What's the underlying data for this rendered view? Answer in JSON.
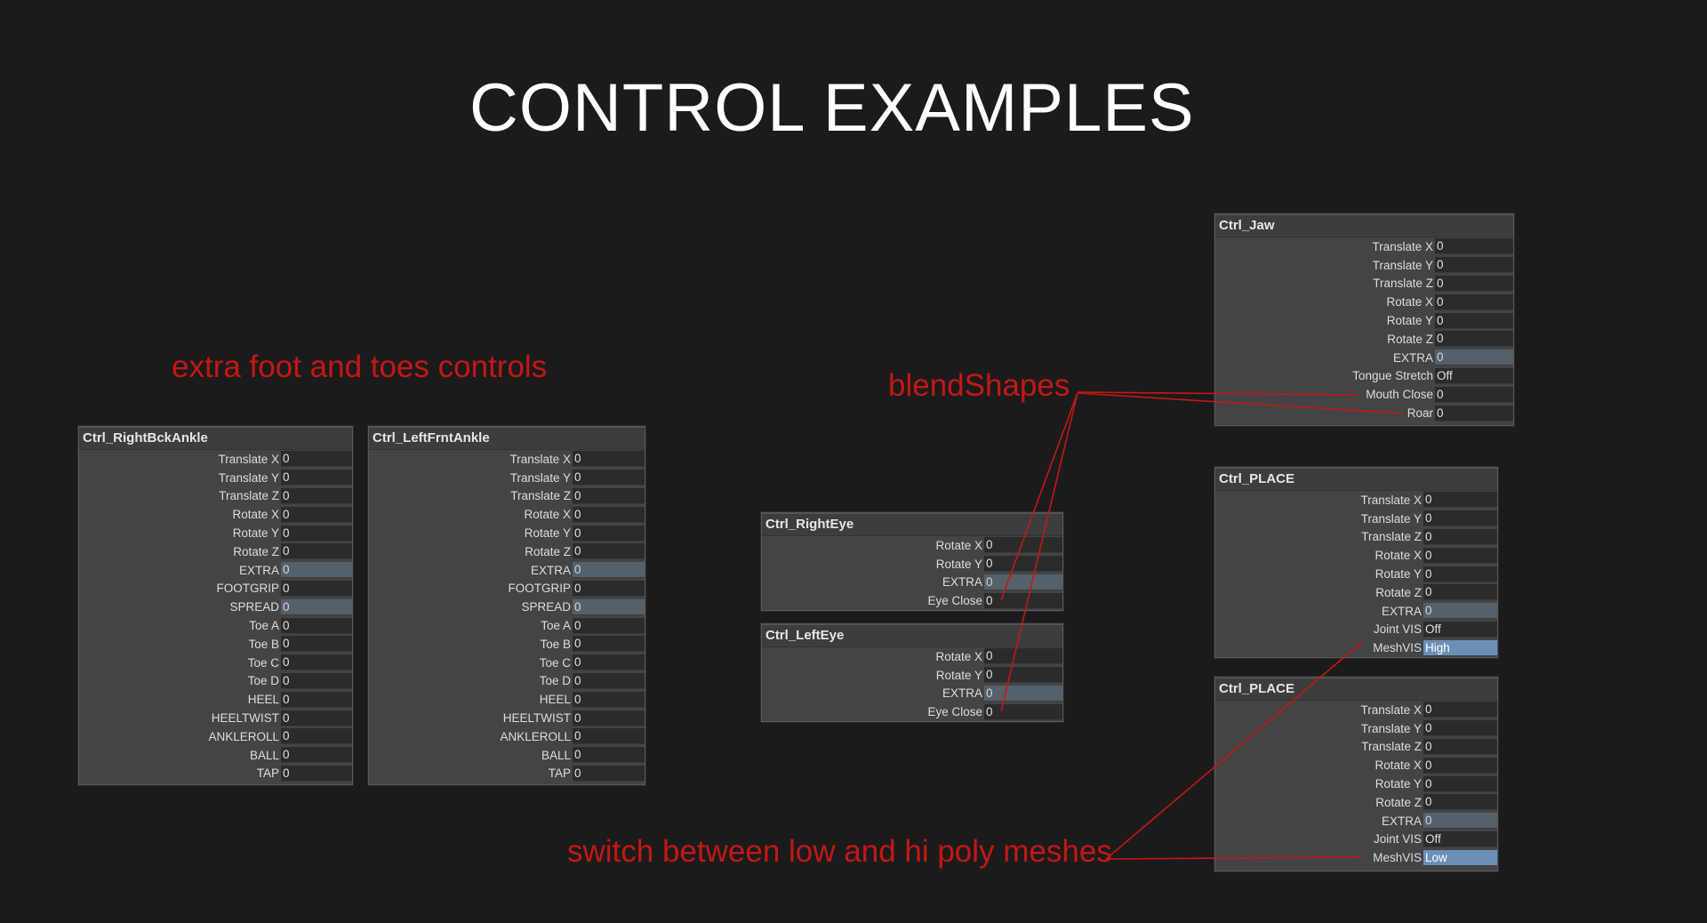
{
  "title": "CONTROL EXAMPLES",
  "notes": {
    "foot": "extra foot and toes controls",
    "blendshapes": "blendShapes",
    "switch": "switch between low and hi poly meshes"
  },
  "colors": {
    "background": "#1b1b1b",
    "note_red": "#c41717",
    "panel_bg": "#444444",
    "field_bg": "#2b2b2b",
    "field_keyed": "#56606a",
    "field_selected": "#6c8fb8"
  },
  "panels": {
    "right_bck_ankle": {
      "name": "Ctrl_RightBckAnkle",
      "rows": [
        {
          "label": "Translate X",
          "value": "0"
        },
        {
          "label": "Translate Y",
          "value": "0"
        },
        {
          "label": "Translate Z",
          "value": "0"
        },
        {
          "label": "Rotate X",
          "value": "0"
        },
        {
          "label": "Rotate Y",
          "value": "0"
        },
        {
          "label": "Rotate Z",
          "value": "0"
        },
        {
          "label": "EXTRA",
          "value": "0",
          "style": "keyed"
        },
        {
          "label": "FOOTGRIP",
          "value": "0"
        },
        {
          "label": "SPREAD",
          "value": "0",
          "style": "keyed"
        },
        {
          "label": "Toe A",
          "value": "0"
        },
        {
          "label": "Toe B",
          "value": "0"
        },
        {
          "label": "Toe C",
          "value": "0"
        },
        {
          "label": "Toe D",
          "value": "0"
        },
        {
          "label": "HEEL",
          "value": "0"
        },
        {
          "label": "HEELTWIST",
          "value": "0"
        },
        {
          "label": "ANKLEROLL",
          "value": "0"
        },
        {
          "label": "BALL",
          "value": "0"
        },
        {
          "label": "TAP",
          "value": "0"
        }
      ]
    },
    "left_frnt_ankle": {
      "name": "Ctrl_LeftFrntAnkle",
      "rows": [
        {
          "label": "Translate X",
          "value": "0"
        },
        {
          "label": "Translate Y",
          "value": "0"
        },
        {
          "label": "Translate Z",
          "value": "0"
        },
        {
          "label": "Rotate X",
          "value": "0"
        },
        {
          "label": "Rotate Y",
          "value": "0"
        },
        {
          "label": "Rotate Z",
          "value": "0"
        },
        {
          "label": "EXTRA",
          "value": "0",
          "style": "keyed"
        },
        {
          "label": "FOOTGRIP",
          "value": "0"
        },
        {
          "label": "SPREAD",
          "value": "0",
          "style": "keyed"
        },
        {
          "label": "Toe A",
          "value": "0"
        },
        {
          "label": "Toe B",
          "value": "0"
        },
        {
          "label": "Toe C",
          "value": "0"
        },
        {
          "label": "Toe D",
          "value": "0"
        },
        {
          "label": "HEEL",
          "value": "0"
        },
        {
          "label": "HEELTWIST",
          "value": "0"
        },
        {
          "label": "ANKLEROLL",
          "value": "0"
        },
        {
          "label": "BALL",
          "value": "0"
        },
        {
          "label": "TAP",
          "value": "0"
        }
      ]
    },
    "right_eye": {
      "name": "Ctrl_RightEye",
      "rows": [
        {
          "label": "Rotate X",
          "value": "0"
        },
        {
          "label": "Rotate Y",
          "value": "0"
        },
        {
          "label": "EXTRA",
          "value": "0",
          "style": "keyed"
        },
        {
          "label": "Eye Close",
          "value": "0"
        }
      ]
    },
    "left_eye": {
      "name": "Ctrl_LeftEye",
      "rows": [
        {
          "label": "Rotate X",
          "value": "0"
        },
        {
          "label": "Rotate Y",
          "value": "0"
        },
        {
          "label": "EXTRA",
          "value": "0",
          "style": "keyed"
        },
        {
          "label": "Eye Close",
          "value": "0"
        }
      ]
    },
    "jaw": {
      "name": "Ctrl_Jaw",
      "rows": [
        {
          "label": "Translate X",
          "value": "0"
        },
        {
          "label": "Translate Y",
          "value": "0"
        },
        {
          "label": "Translate Z",
          "value": "0"
        },
        {
          "label": "Rotate X",
          "value": "0"
        },
        {
          "label": "Rotate Y",
          "value": "0"
        },
        {
          "label": "Rotate Z",
          "value": "0"
        },
        {
          "label": "EXTRA",
          "value": "0",
          "style": "keyed"
        },
        {
          "label": "Tongue Stretch",
          "value": "Off"
        },
        {
          "label": "Mouth Close",
          "value": "0"
        },
        {
          "label": "Roar",
          "value": "0"
        }
      ]
    },
    "place_high": {
      "name": "Ctrl_PLACE",
      "rows": [
        {
          "label": "Translate X",
          "value": "0"
        },
        {
          "label": "Translate Y",
          "value": "0"
        },
        {
          "label": "Translate Z",
          "value": "0"
        },
        {
          "label": "Rotate X",
          "value": "0"
        },
        {
          "label": "Rotate Y",
          "value": "0"
        },
        {
          "label": "Rotate Z",
          "value": "0"
        },
        {
          "label": "EXTRA",
          "value": "0",
          "style": "keyed"
        },
        {
          "label": "Joint VIS",
          "value": "Off"
        },
        {
          "label": "MeshVIS",
          "value": "High",
          "style": "selected"
        }
      ]
    },
    "place_low": {
      "name": "Ctrl_PLACE",
      "rows": [
        {
          "label": "Translate X",
          "value": "0"
        },
        {
          "label": "Translate Y",
          "value": "0"
        },
        {
          "label": "Translate Z",
          "value": "0"
        },
        {
          "label": "Rotate X",
          "value": "0"
        },
        {
          "label": "Rotate Y",
          "value": "0"
        },
        {
          "label": "Rotate Z",
          "value": "0"
        },
        {
          "label": "EXTRA",
          "value": "0",
          "style": "keyed"
        },
        {
          "label": "Joint VIS",
          "value": "Off"
        },
        {
          "label": "MeshVIS",
          "value": "Low",
          "style": "selected"
        }
      ]
    }
  }
}
